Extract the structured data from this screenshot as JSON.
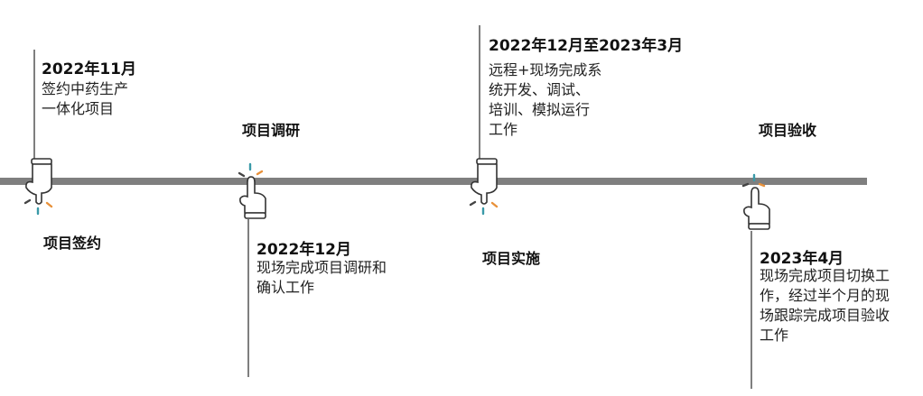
{
  "milestones": [
    {
      "label": "项目签约",
      "date": "2022年11月",
      "description": [
        "签约中药生产",
        "一体化项目"
      ]
    },
    {
      "label": "项目调研",
      "date": "2022年12月",
      "description": [
        "现场完成项目调研和",
        "确认工作"
      ]
    },
    {
      "label": "项目实施",
      "date": "2022年12月至2023年3月",
      "description": [
        "远程+现场完成系",
        "统开发、调试、",
        "培训、模拟运行",
        "工作"
      ]
    },
    {
      "label": "项目验收",
      "date": "2023年4月",
      "description": [
        "现场完成项目切换工",
        "作，经过半个月的现",
        "场跟踪完成项目验收",
        "工作"
      ]
    }
  ],
  "colors": {
    "axis": "#7f7f7f",
    "accent_teal": "#3a9aa8",
    "accent_orange": "#e8913a",
    "accent_dark": "#444444"
  },
  "icons": [
    "pointing-hand-down-icon",
    "pointing-hand-up-icon"
  ]
}
